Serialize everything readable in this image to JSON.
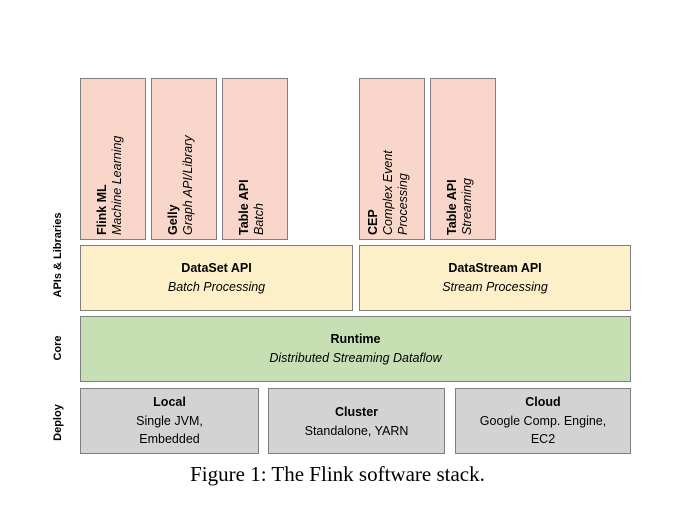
{
  "side_labels": {
    "apis": "APIs & Libraries",
    "core": "Core",
    "deploy": "Deploy"
  },
  "libraries": [
    {
      "title": "Flink ML",
      "subtitle": "Machine Learning"
    },
    {
      "title": "Gelly",
      "subtitle": "Graph API/Library"
    },
    {
      "title": "Table API",
      "subtitle": "Batch"
    },
    {
      "title": "CEP",
      "subtitle": "Complex Event",
      "subtitle2": "Processing"
    },
    {
      "title": "Table API",
      "subtitle": "Streaming"
    }
  ],
  "apis": [
    {
      "title": "DataSet API",
      "subtitle": "Batch Processing"
    },
    {
      "title": "DataStream API",
      "subtitle": "Stream Processing"
    }
  ],
  "core": {
    "title": "Runtime",
    "subtitle": "Distributed Streaming Dataflow"
  },
  "deploy": [
    {
      "title": "Local",
      "line1": "Single JVM,",
      "line2": "Embedded"
    },
    {
      "title": "Cluster",
      "line1": "Standalone, YARN"
    },
    {
      "title": "Cloud",
      "line1": "Google Comp. Engine,",
      "line2": "EC2"
    }
  ],
  "caption": "Figure 1: The Flink software stack."
}
